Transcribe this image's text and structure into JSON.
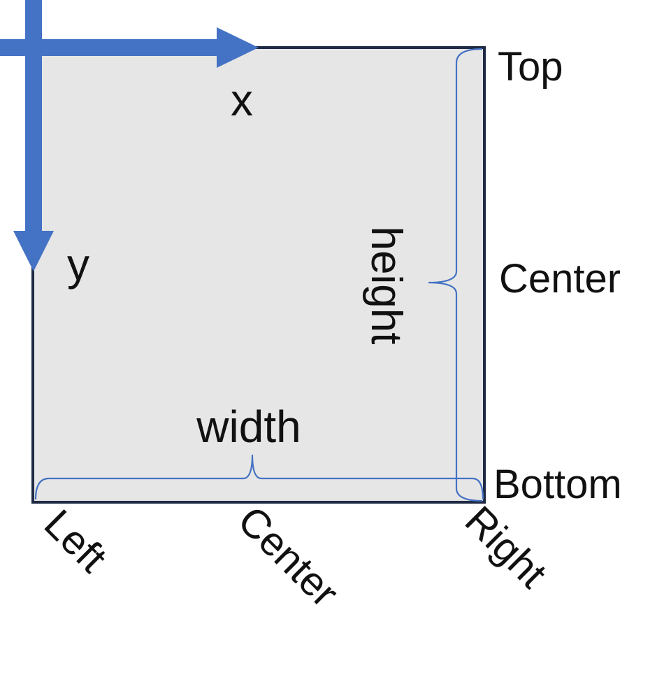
{
  "labels": {
    "x_axis": "x",
    "y_axis": "y",
    "height": "height",
    "width": "width",
    "vertical_anchors": {
      "top": "Top",
      "center": "Center",
      "bottom": "Bottom"
    },
    "horizontal_anchors": {
      "left": "Left",
      "center": "Center",
      "right": "Right"
    }
  },
  "colors": {
    "box_fill": "#e6e6e6",
    "box_border": "#1f2a44",
    "axis_arrow": "#4472c4",
    "bracket": "#4472c4",
    "text": "#111111"
  }
}
